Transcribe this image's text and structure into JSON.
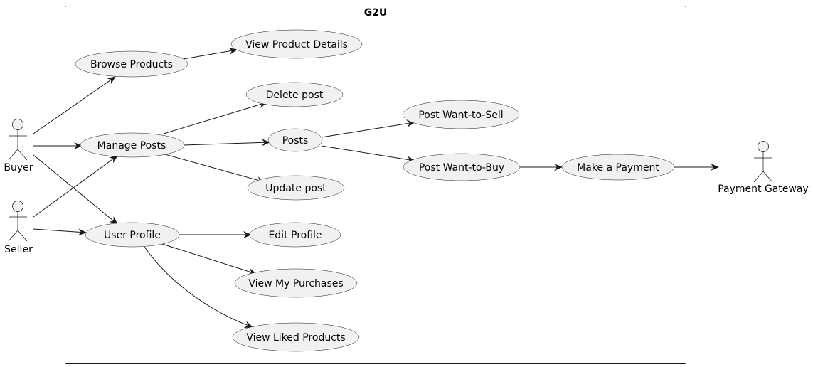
{
  "system": {
    "title": "G2U"
  },
  "actors": {
    "buyer": "Buyer",
    "seller": "Seller",
    "payment_gateway": "Payment Gateway"
  },
  "use_cases": {
    "browse_products": "Browse Products",
    "view_product_details": "View Product Details",
    "delete_post": "Delete post",
    "manage_posts": "Manage Posts",
    "posts": "Posts",
    "post_want_to_sell": "Post Want-to-Sell",
    "post_want_to_buy": "Post Want-to-Buy",
    "make_a_payment": "Make a Payment",
    "update_post": "Update post",
    "user_profile": "User Profile",
    "edit_profile": "Edit Profile",
    "view_my_purchases": "View My Purchases",
    "view_liked_products": "View Liked Products"
  },
  "colors": {
    "usecase_fill": "#f1f1f1",
    "stroke": "#181818"
  }
}
